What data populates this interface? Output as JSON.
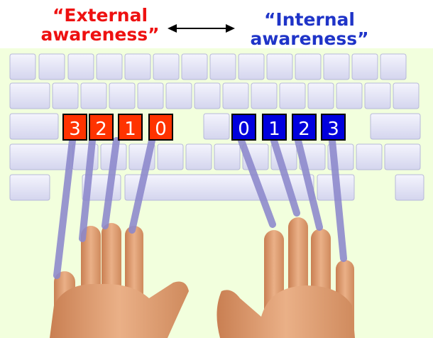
{
  "labels": {
    "external": {
      "line1": "“External",
      "line2": "awareness”"
    },
    "internal": {
      "line1": "“Internal",
      "line2": "awareness”"
    }
  },
  "left_keys": [
    "3",
    "2",
    "1",
    "0"
  ],
  "right_keys": [
    "0",
    "1",
    "2",
    "3"
  ],
  "colors": {
    "external": "#ee1111",
    "internal": "#1f34c8",
    "left_key_fill": "#ff3300",
    "right_key_fill": "#0000dd",
    "key_border": "#000000",
    "keyboard_key": "#e6e7f7",
    "keyboard_base": "#f2ffdd",
    "finger_line": "#8c88cc",
    "skin": "#e2a274"
  },
  "icons": {
    "arrow": "double-headed-arrow"
  }
}
